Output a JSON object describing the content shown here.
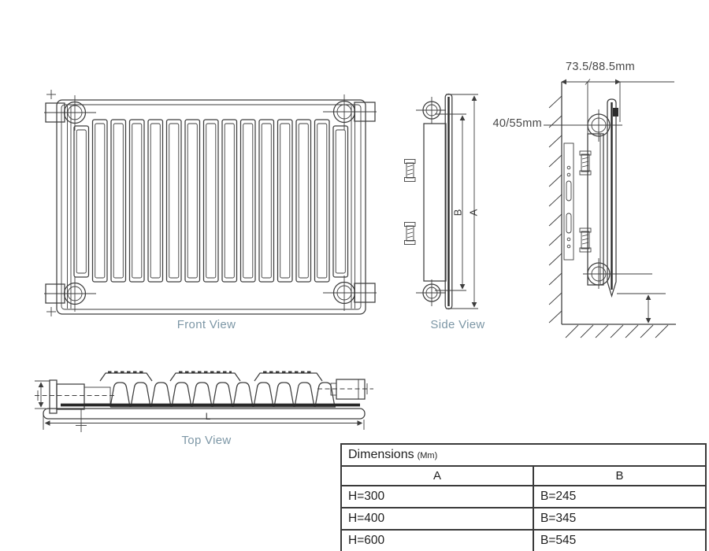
{
  "labels": {
    "front_view": "Front View",
    "side_view": "Side View",
    "top_view": "Top View"
  },
  "annotations": {
    "wall_offset": "73.5/88.5mm",
    "pipe_center": "40/55mm",
    "height_outer": "A",
    "height_inner": "B",
    "length": "L"
  },
  "table": {
    "title": "Dimensions",
    "title_unit": "(Mm)",
    "columns": [
      "A",
      "B"
    ],
    "rows": [
      {
        "a": "H=300",
        "b": "B=245"
      },
      {
        "a": "H=400",
        "b": "B=345"
      },
      {
        "a": "H=600",
        "b": "B=545"
      }
    ]
  },
  "colors": {
    "line": "#3d3d3d",
    "label": "#7d97a6",
    "background": "#ffffff"
  }
}
